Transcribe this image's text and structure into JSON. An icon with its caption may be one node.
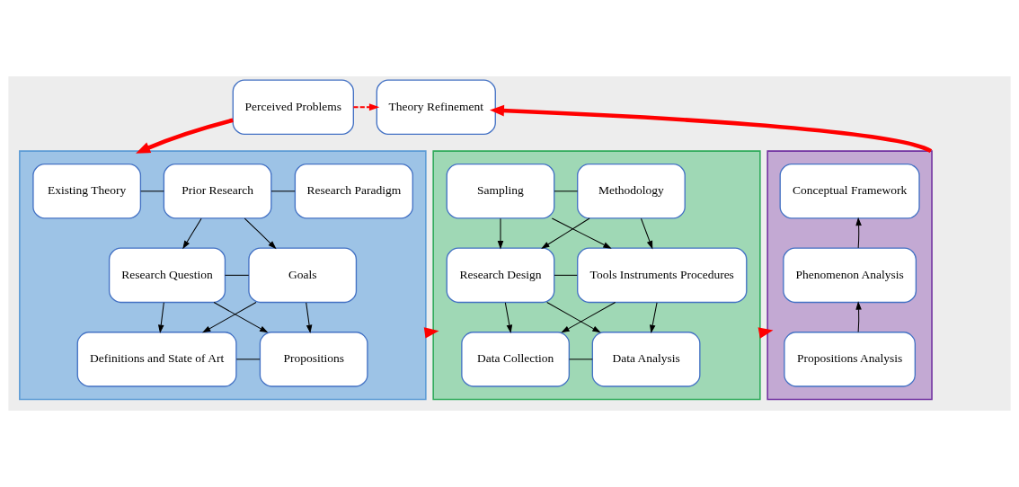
{
  "diagram": {
    "nodes": [
      {
        "text": [
          "Perceived Problems"
        ]
      },
      {
        "text": [
          "Theory Refinement"
        ]
      },
      {
        "text": [],
        "shape": "box"
      },
      {
        "text": [
          "Existing Theory"
        ],
        "in": 2
      },
      {
        "text": [
          "Prior Research"
        ],
        "in": 2
      },
      {
        "text": [
          "Research Paradigm"
        ],
        "in": 2
      },
      {
        "text": [
          "Research Question"
        ],
        "in": 2
      },
      {
        "text": [
          "Goals"
        ],
        "in": 2
      },
      {
        "text": [
          "Definitions and State of Art"
        ],
        "in": 2
      },
      {
        "text": [
          "Propositions"
        ],
        "in": 2
      },
      {
        "text": [],
        "shape": "box"
      },
      {
        "text": [
          "Sampling"
        ],
        "in": 10
      },
      {
        "text": [
          "Methodology"
        ],
        "in": 10
      },
      {
        "text": [
          "Research Design"
        ],
        "in": 10
      },
      {
        "text": [
          "Tools Instruments Procedures"
        ],
        "in": 10
      },
      {
        "text": [
          "Data Collection"
        ],
        "in": 10
      },
      {
        "text": [
          "Data Analysis"
        ],
        "in": 10
      },
      {
        "text": [],
        "shape": "box"
      },
      {
        "text": [
          "Conceptual Framework"
        ],
        "in": 17
      },
      {
        "text": [
          "Phenomenon Analysis"
        ],
        "in": 17
      },
      {
        "text": [
          "Propositions Analysis"
        ],
        "in": 17
      }
    ],
    "edges": [
      {
        "from": 0,
        "to": 1,
        "arrow": "to",
        "style": "dashed",
        "color": "#ff0000"
      },
      {
        "from": 0,
        "to": 2,
        "arrow": "to",
        "style": "thick",
        "color": "#ff0000"
      },
      {
        "from": 2,
        "to": 10,
        "arrow": "to",
        "style": "thick",
        "color": "#ff0000"
      },
      {
        "from": 10,
        "to": 17,
        "arrow": "to",
        "style": "thick",
        "color": "#ff0000"
      },
      {
        "from": 17,
        "to": 1,
        "arrow": "to",
        "style": "thick",
        "color": "#ff0000"
      },
      {
        "from": 3,
        "to": 4,
        "arrow": "none"
      },
      {
        "from": 4,
        "to": 5,
        "arrow": "none"
      },
      {
        "from": 4,
        "to": 6,
        "arrow": "to"
      },
      {
        "from": 4,
        "to": 7,
        "arrow": "to"
      },
      {
        "from": 6,
        "to": 7,
        "arrow": "none"
      },
      {
        "from": 6,
        "to": 8,
        "arrow": "to"
      },
      {
        "from": 6,
        "to": 9,
        "arrow": "to"
      },
      {
        "from": 7,
        "to": 8,
        "arrow": "to"
      },
      {
        "from": 7,
        "to": 9,
        "arrow": "to"
      },
      {
        "from": 8,
        "to": 9,
        "arrow": "none"
      },
      {
        "from": 11,
        "to": 12,
        "arrow": "none"
      },
      {
        "from": 11,
        "to": 13,
        "arrow": "to"
      },
      {
        "from": 11,
        "to": 14,
        "arrow": "to"
      },
      {
        "from": 12,
        "to": 13,
        "arrow": "to"
      },
      {
        "from": 12,
        "to": 14,
        "arrow": "to"
      },
      {
        "from": 13,
        "to": 14,
        "arrow": "none"
      },
      {
        "from": 13,
        "to": 15,
        "arrow": "to"
      },
      {
        "from": 13,
        "to": 16,
        "arrow": "to"
      },
      {
        "from": 14,
        "to": 15,
        "arrow": "to"
      },
      {
        "from": 14,
        "to": 16,
        "arrow": "to"
      },
      {
        "from": 15,
        "to": 16,
        "arrow": "none"
      },
      {
        "from": 20,
        "to": 19,
        "arrow": "to"
      },
      {
        "from": 19,
        "to": 18,
        "arrow": "to"
      }
    ]
  }
}
